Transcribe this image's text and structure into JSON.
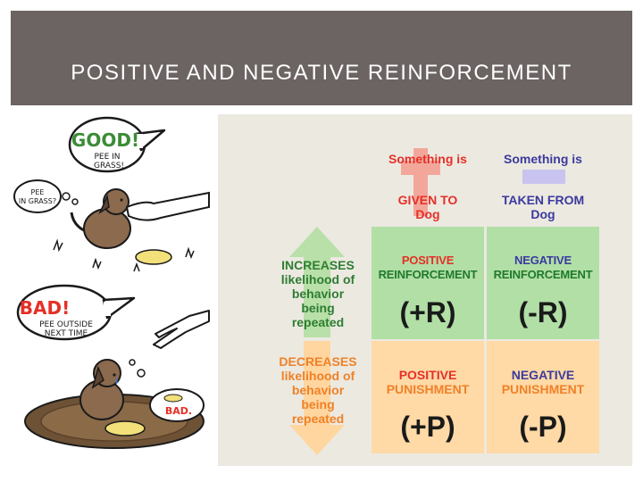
{
  "slide": {
    "title": "POSITIVE AND NEGATIVE REINFORCEMENT"
  },
  "cartoon": {
    "good_bubble": "GOOD!",
    "good_text_1": "PEE IN",
    "good_text_2": "GRASS!",
    "think_text_1": "PEE",
    "think_text_2": "IN GRASS?",
    "bad_bubble": "BAD!",
    "bad_text_1": "PEE OUTSIDE",
    "bad_text_2": "NEXT TIME",
    "bad_small": "BAD."
  },
  "diagram": {
    "col_given": {
      "line1": "Something is",
      "line2": "GIVEN TO",
      "line3": "Dog"
    },
    "col_taken": {
      "line1": "Something is",
      "line2": "TAKEN FROM",
      "line3": "Dog"
    },
    "row_increase": [
      "INCREASES",
      "likelihood of",
      "behavior",
      "being",
      "repeated"
    ],
    "row_decrease": [
      "DECREASES",
      "likelihood of",
      "behavior",
      "being",
      "repeated"
    ],
    "cells": {
      "pos_reinf": {
        "line1": "POSITIVE",
        "line2": "REINFORCEMENT",
        "symbol": "(+R)"
      },
      "neg_reinf": {
        "line1": "NEGATIVE",
        "line2": "REINFORCEMENT",
        "symbol": "(-R)"
      },
      "pos_pun": {
        "line1": "POSITIVE",
        "line2": "PUNISHMENT",
        "symbol": "(+P)"
      },
      "neg_pun": {
        "line1": "NEGATIVE",
        "line2": "PUNISHMENT",
        "symbol": "(-P)"
      }
    },
    "colors": {
      "plus": "#f3a79b",
      "minus": "#c8c4ef",
      "up_arrow": "#b8e0a8",
      "down_arrow": "#ffd6a0",
      "green_cell": "#b1dfa6",
      "orange_cell": "#ffd9a6"
    }
  }
}
